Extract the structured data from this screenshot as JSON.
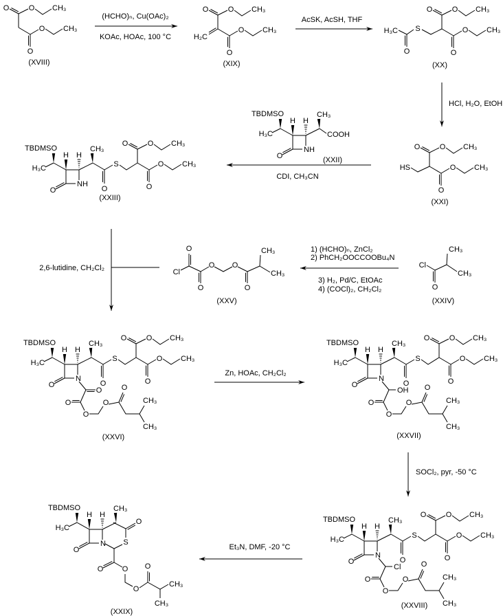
{
  "atoms": {
    "O": "O",
    "CH3": "CH₃",
    "H3C": "H₃C",
    "H2C": "H₂C",
    "TBDMSO": "TBDMSO",
    "H": "H",
    "N": "N",
    "NH": "NH",
    "S": "S",
    "HS": "HS",
    "Cl": "Cl",
    "OH": "OH",
    "COOH": "COOH"
  },
  "compounds": {
    "XVIII": "(XVIII)",
    "XIX": "(XIX)",
    "XX": "(XX)",
    "XXI": "(XXI)",
    "XXII": "(XXII)",
    "XXIII": "(XXIII)",
    "XXIV": "(XXIV)",
    "XXV": "(XXV)",
    "XXVI": "(XXVI)",
    "XXVII": "(XXVII)",
    "XXVIII": "(XXVIII)",
    "XXIX": "(XXIX)"
  },
  "reagents": {
    "step1_above": "(HCHO)ₙ, Cu(OAc)₂",
    "step1_below": "KOAc, HOAc, 100 °C",
    "step2": "AcSK, AcSH, THF",
    "step3": "HCl, H₂O, EtOH",
    "step4": "CDI, CH₃CN",
    "step5_1": "1) (HCHO)ₙ, ZnCl₂",
    "step5_2": "2) PhCH₂OOCCOOBu₄N",
    "step5_3": "3) H₂, Pd/C, EtOAc",
    "step5_4": "4) (COCl)₂, CH₂Cl₂",
    "step6": "2,6-lutidine, CH₂Cl₂",
    "step7": "Zn, HOAc, CH₂Cl₂",
    "step8": "SOCl₂, pyr, -50 °C",
    "step9": "Et₃N, DMF, -20 °C"
  }
}
